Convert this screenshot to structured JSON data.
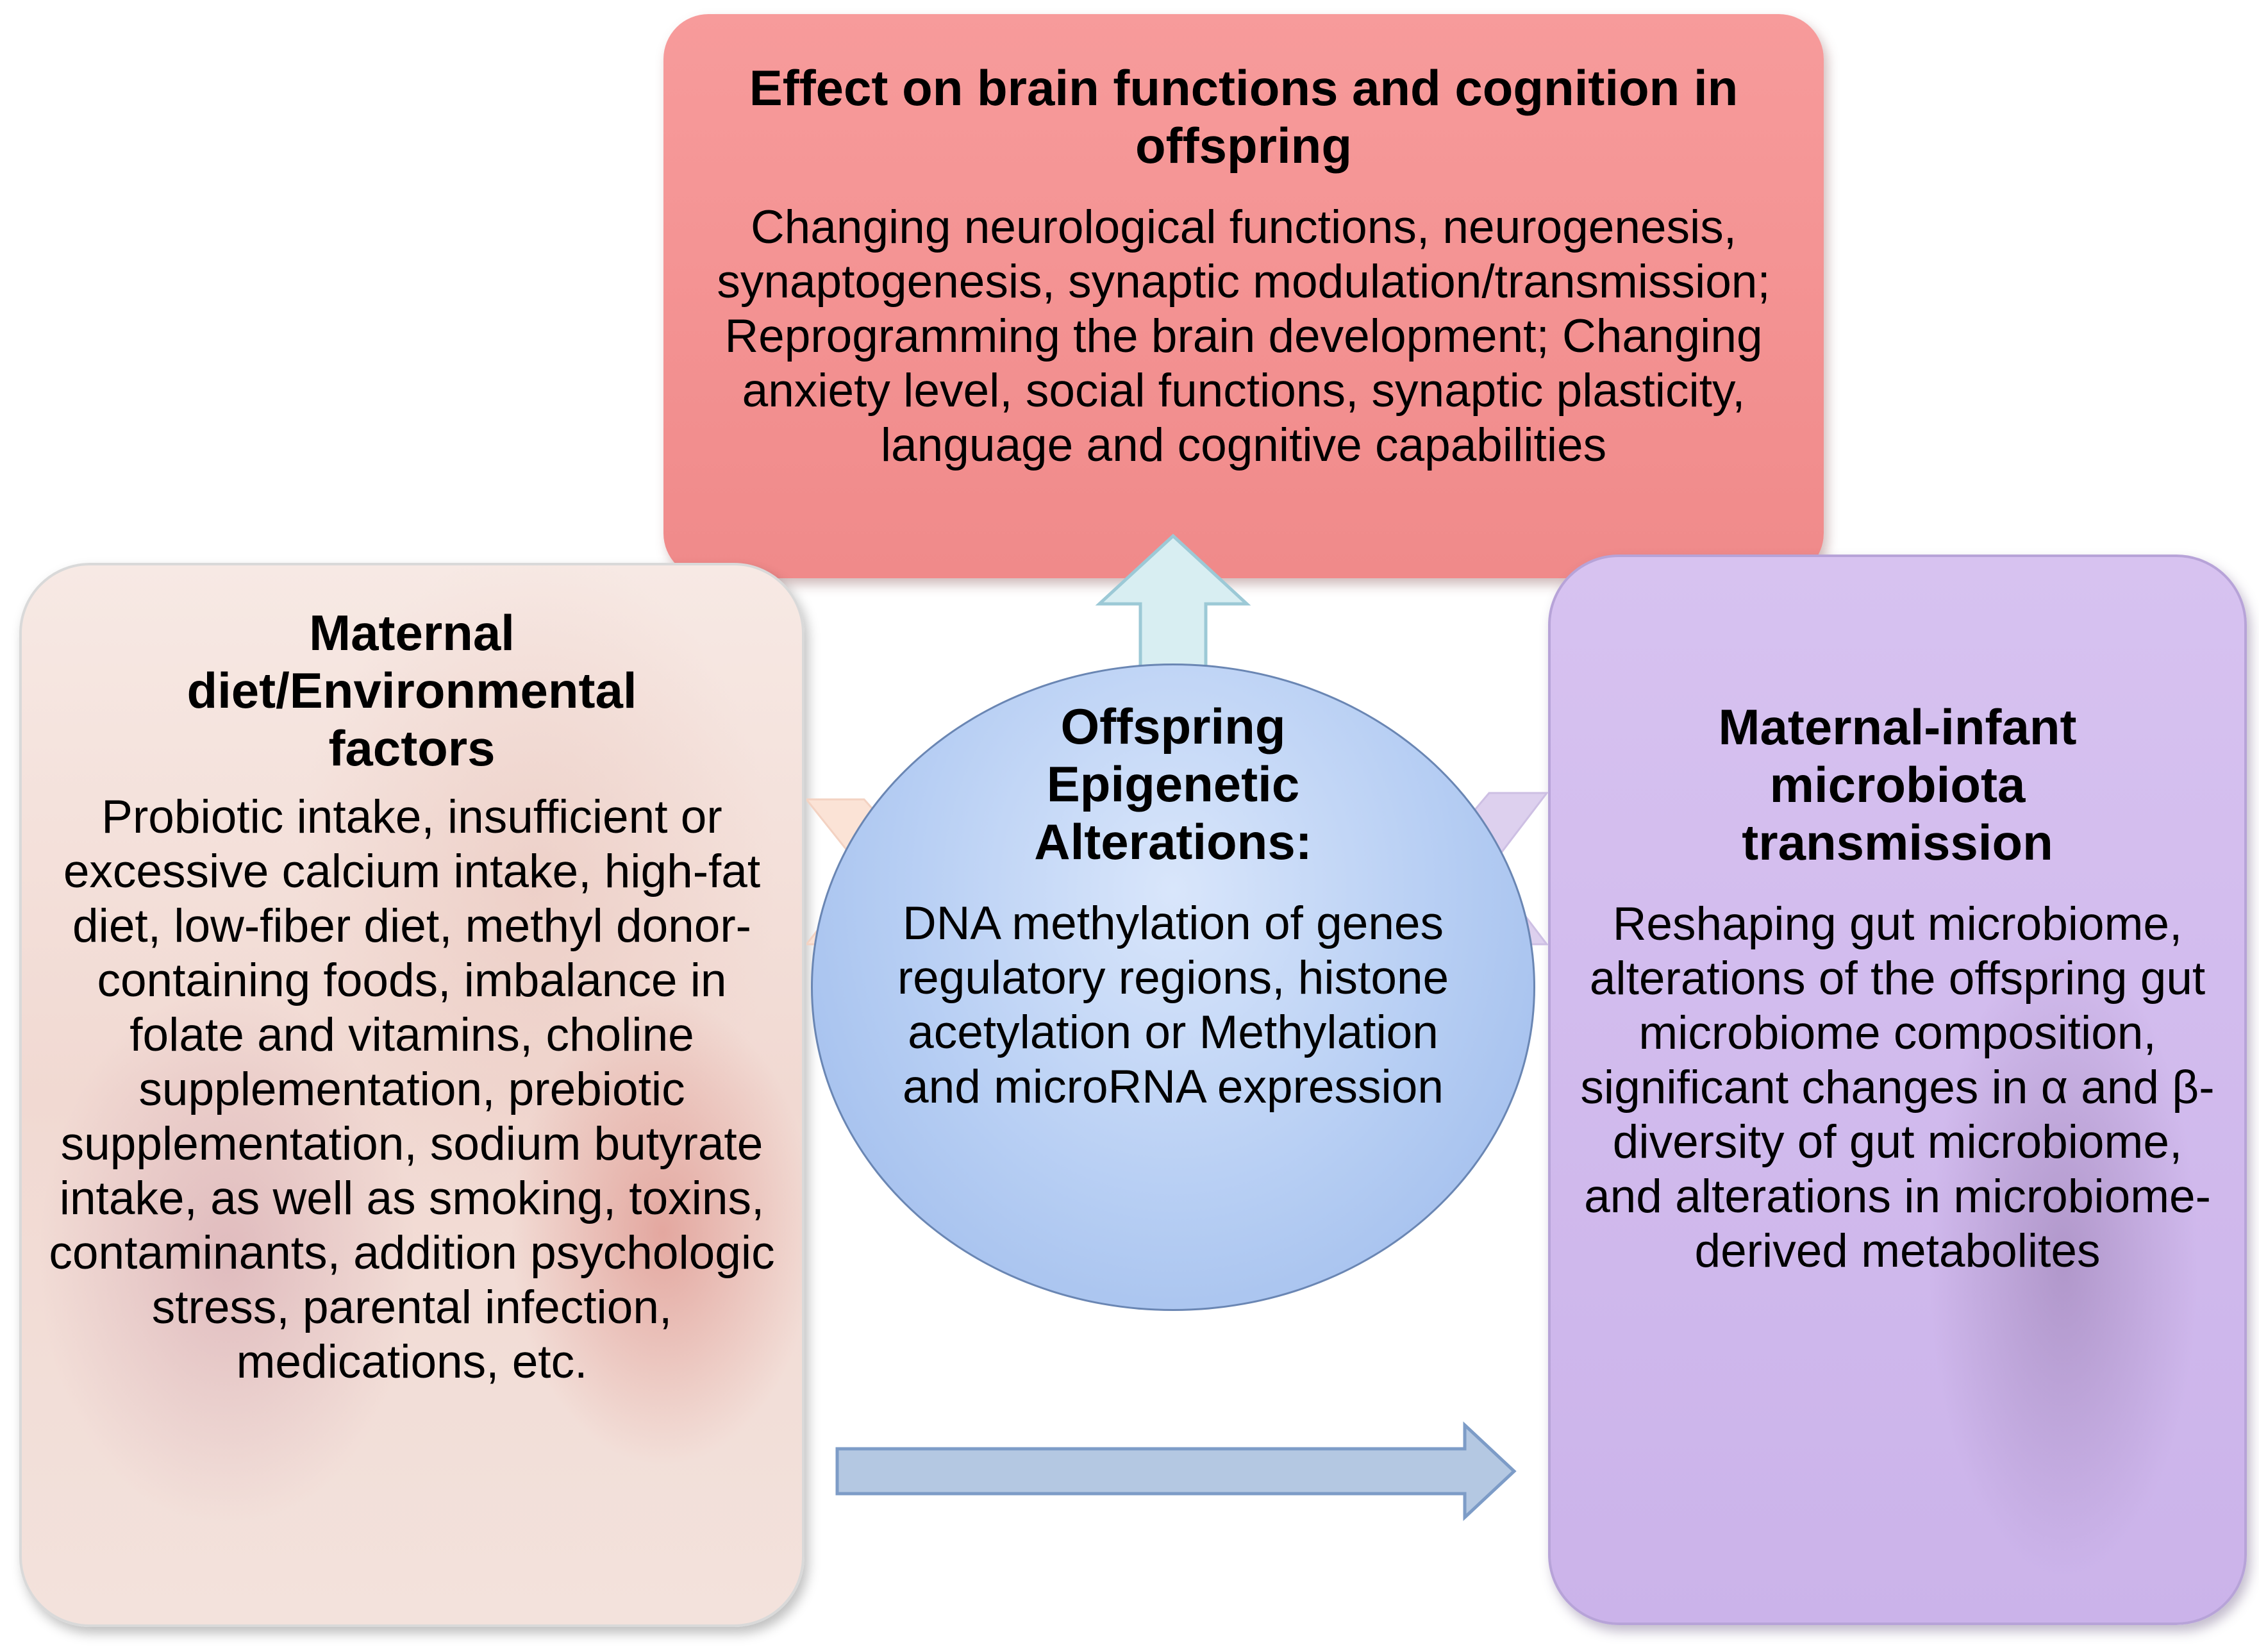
{
  "top": {
    "title": "Effect on brain functions and  cognition in offspring",
    "body": "Changing neurological functions, neurogenesis, synaptogenesis, synaptic modulation/transmission; Reprogramming the brain development; Changing anxiety level, social functions, synaptic plasticity, language and cognitive capabilities"
  },
  "left": {
    "title": "Maternal diet/Environmental factors",
    "body": "Probiotic intake, insufficient or excessive calcium intake, high-fat diet, low-fiber diet, methyl donor-containing foods, imbalance in folate and vitamins, choline supplementation, prebiotic supplementation, sodium butyrate intake, as well as smoking, toxins, contaminants, addition psychologic stress, parental infection, medications, etc."
  },
  "center": {
    "title": "Offspring Epigenetic Alterations:",
    "body": "DNA methylation of genes regulatory regions, histone acetylation or Methylation  and microRNA expression"
  },
  "right": {
    "title": "Maternal-infant microbiota transmission",
    "body": "Reshaping gut microbiome, alterations of the offspring gut microbiome composition, significant changes in α and β-diversity of gut microbiome, and alterations in microbiome-derived metabolites"
  },
  "colors": {
    "top_box": "#f4918f",
    "left_box": "#f3e0da",
    "right_box": "#cfb8ec",
    "center_circle": "#b5cdf3",
    "up_arrow": "#d8eef2",
    "left_arrow": "#fbe3d6",
    "right_arrow": "#ddd0ee",
    "bottom_arrow": "#b4c8e2"
  }
}
